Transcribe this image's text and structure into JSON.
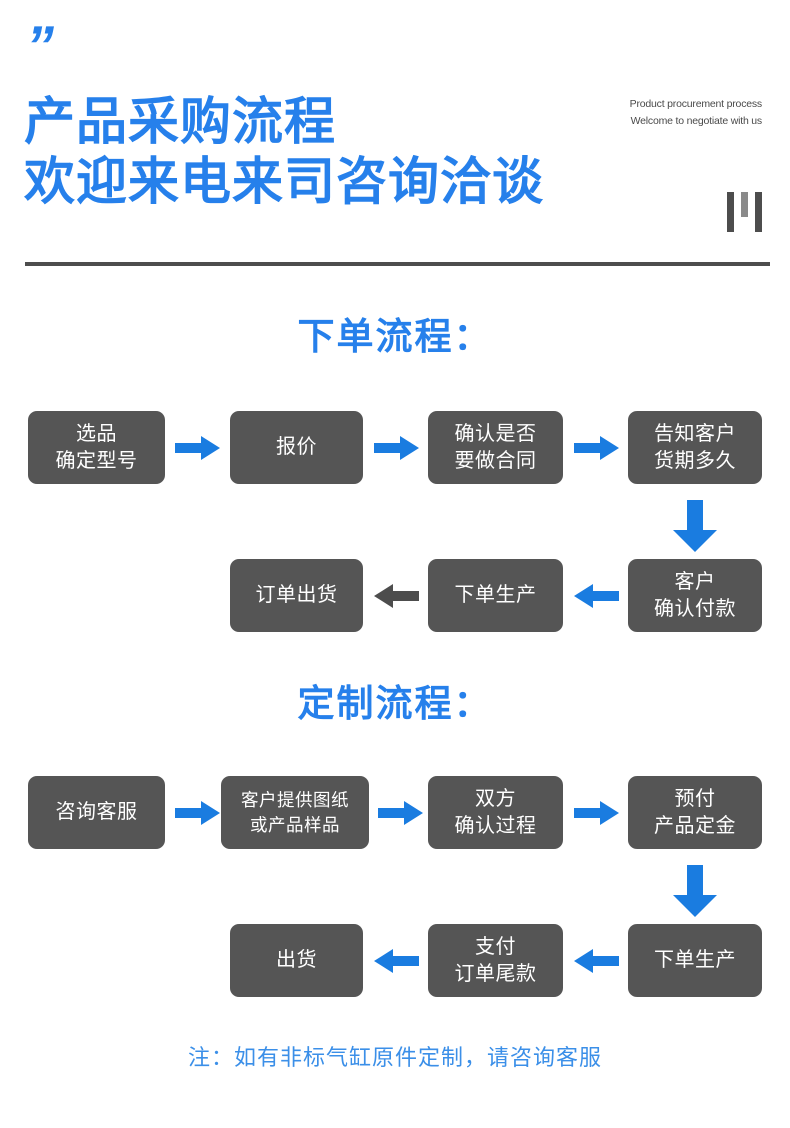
{
  "header": {
    "quote_mark": "”",
    "title_line_1": "产品采购流程",
    "title_line_2": "欢迎来电来司咨询洽谈",
    "english_line_1": "Product procurement process",
    "english_line_2": "Welcome to negotiate with us",
    "accent_color": "#2680eb",
    "rule_color": "#4d4d4d"
  },
  "sections": [
    {
      "heading": "下单流程：",
      "rows": [
        {
          "direction": "ltr",
          "boxes": [
            {
              "text": "选品\n确定型号",
              "size": "normal"
            },
            {
              "text": "报价",
              "size": "normal"
            },
            {
              "text": "确认是否\n要做合同",
              "size": "normal"
            },
            {
              "text": "告知客户\n货期多久",
              "size": "normal"
            }
          ],
          "arrow_colors": [
            "#1a7ce0",
            "#1a7ce0",
            "#1a7ce0"
          ]
        },
        {
          "direction": "rtl",
          "boxes": [
            {
              "text": "订单出货",
              "size": "normal"
            },
            {
              "text": "下单生产",
              "size": "normal"
            },
            {
              "text": "客户\n确认付款",
              "size": "normal"
            }
          ],
          "arrow_colors": [
            "#4d4d4d",
            "#1a7ce0"
          ]
        }
      ],
      "connector": {
        "type": "down-arrow",
        "color": "#1a7ce0"
      }
    },
    {
      "heading": "定制流程：",
      "rows": [
        {
          "direction": "ltr",
          "boxes": [
            {
              "text": "咨询客服",
              "size": "normal"
            },
            {
              "text": "客户提供图纸\n或产品样品",
              "size": "small"
            },
            {
              "text": "双方\n确认过程",
              "size": "normal"
            },
            {
              "text": "预付\n产品定金",
              "size": "normal"
            }
          ],
          "arrow_colors": [
            "#1a7ce0",
            "#1a7ce0",
            "#1a7ce0"
          ]
        },
        {
          "direction": "rtl",
          "boxes": [
            {
              "text": "出货",
              "size": "normal"
            },
            {
              "text": "支付\n订单尾款",
              "size": "normal"
            },
            {
              "text": "下单生产",
              "size": "normal"
            }
          ],
          "arrow_colors": [
            "#1a7ce0",
            "#1a7ce0"
          ]
        }
      ],
      "connector": {
        "type": "down-arrow",
        "color": "#1a7ce0"
      }
    }
  ],
  "footer": {
    "note": "注：如有非标气缸原件定制，请咨询客服",
    "color": "#3b8fe8"
  },
  "box_style": {
    "fill": "#555555",
    "text_color": "#ffffff"
  }
}
